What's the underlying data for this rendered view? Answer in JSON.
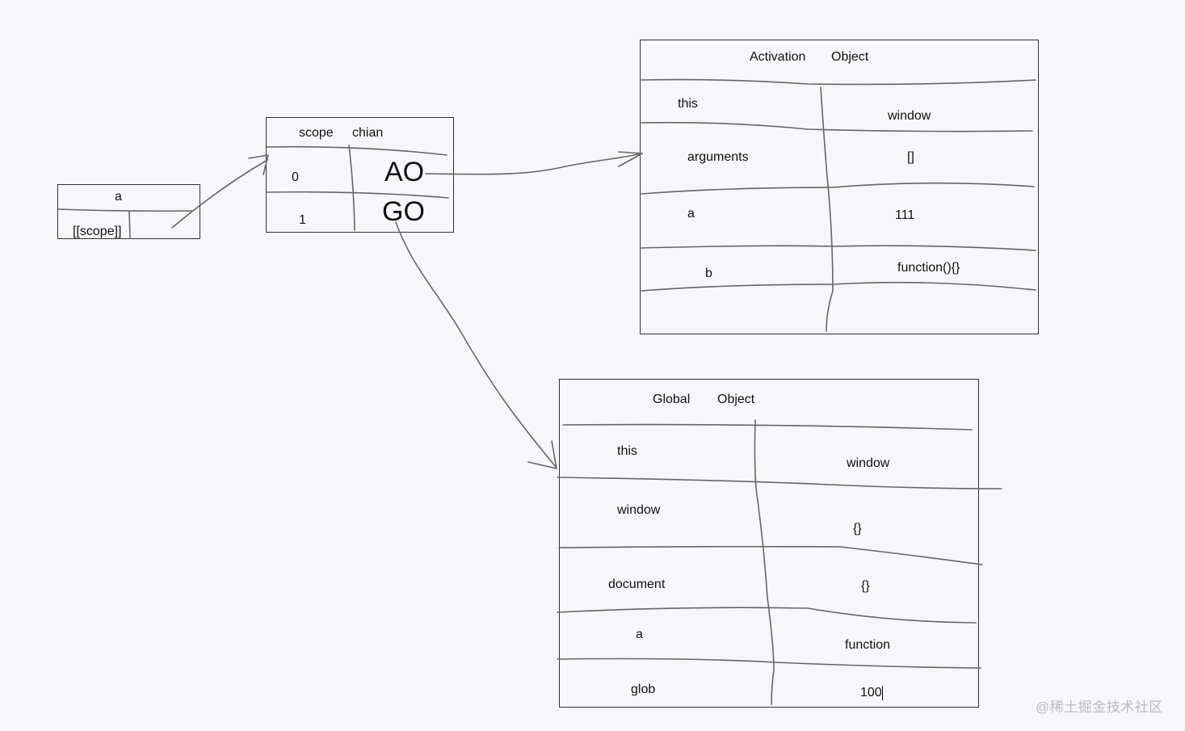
{
  "var_box": {
    "title": "a",
    "scope_label": "[[scope]]"
  },
  "scope_chain": {
    "title_part1": "scope",
    "title_part2": "chian",
    "rows": [
      {
        "index": "0",
        "ref": "AO"
      },
      {
        "index": "1",
        "ref": "GO"
      }
    ]
  },
  "activation_object": {
    "title_part1": "Activation",
    "title_part2": "Object",
    "rows": [
      {
        "key": "this",
        "value": "window"
      },
      {
        "key": "arguments",
        "value": "[]"
      },
      {
        "key": "a",
        "value": "111"
      },
      {
        "key": "b",
        "value": "function(){}"
      }
    ]
  },
  "global_object": {
    "title_part1": "Global",
    "title_part2": "Object",
    "rows": [
      {
        "key": "this",
        "value": "window"
      },
      {
        "key": "window",
        "value": "{}"
      },
      {
        "key": "document",
        "value": "{}"
      },
      {
        "key": "a",
        "value": "function"
      },
      {
        "key": "glob",
        "value": "100"
      }
    ]
  },
  "watermark": "@稀土掘金技术社区",
  "colors": {
    "background": "#f5f7fa",
    "stroke": "#666666",
    "box_border": "#333333"
  }
}
